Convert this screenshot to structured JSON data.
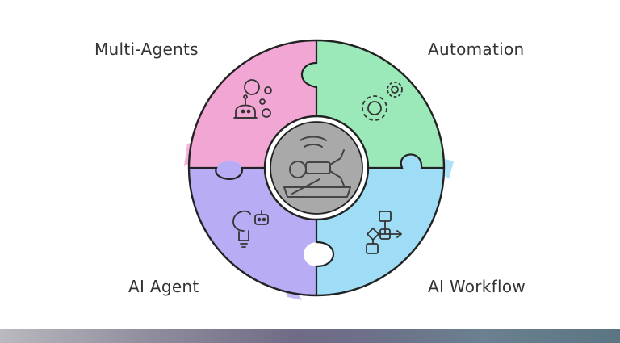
{
  "quadrants": [
    {
      "id": "multi-agents",
      "label": "Multi-Agents",
      "color": "#f2a6d4",
      "icon": "bot-with-bubbles-icon"
    },
    {
      "id": "automation",
      "label": "Automation",
      "color": "#9be8b8",
      "icon": "gears-icon"
    },
    {
      "id": "ai-agent",
      "label": "AI Agent",
      "color": "#b8acf5",
      "icon": "lightbulb-bot-icon"
    },
    {
      "id": "ai-workflow",
      "label": "AI Workflow",
      "color": "#9fdcf6",
      "icon": "flowchart-icon"
    }
  ],
  "center": {
    "icon": "robotic-arm-icon",
    "color": "#a9a9a9"
  },
  "colors": {
    "outline": "#222222",
    "icon_stroke": "#333333"
  }
}
